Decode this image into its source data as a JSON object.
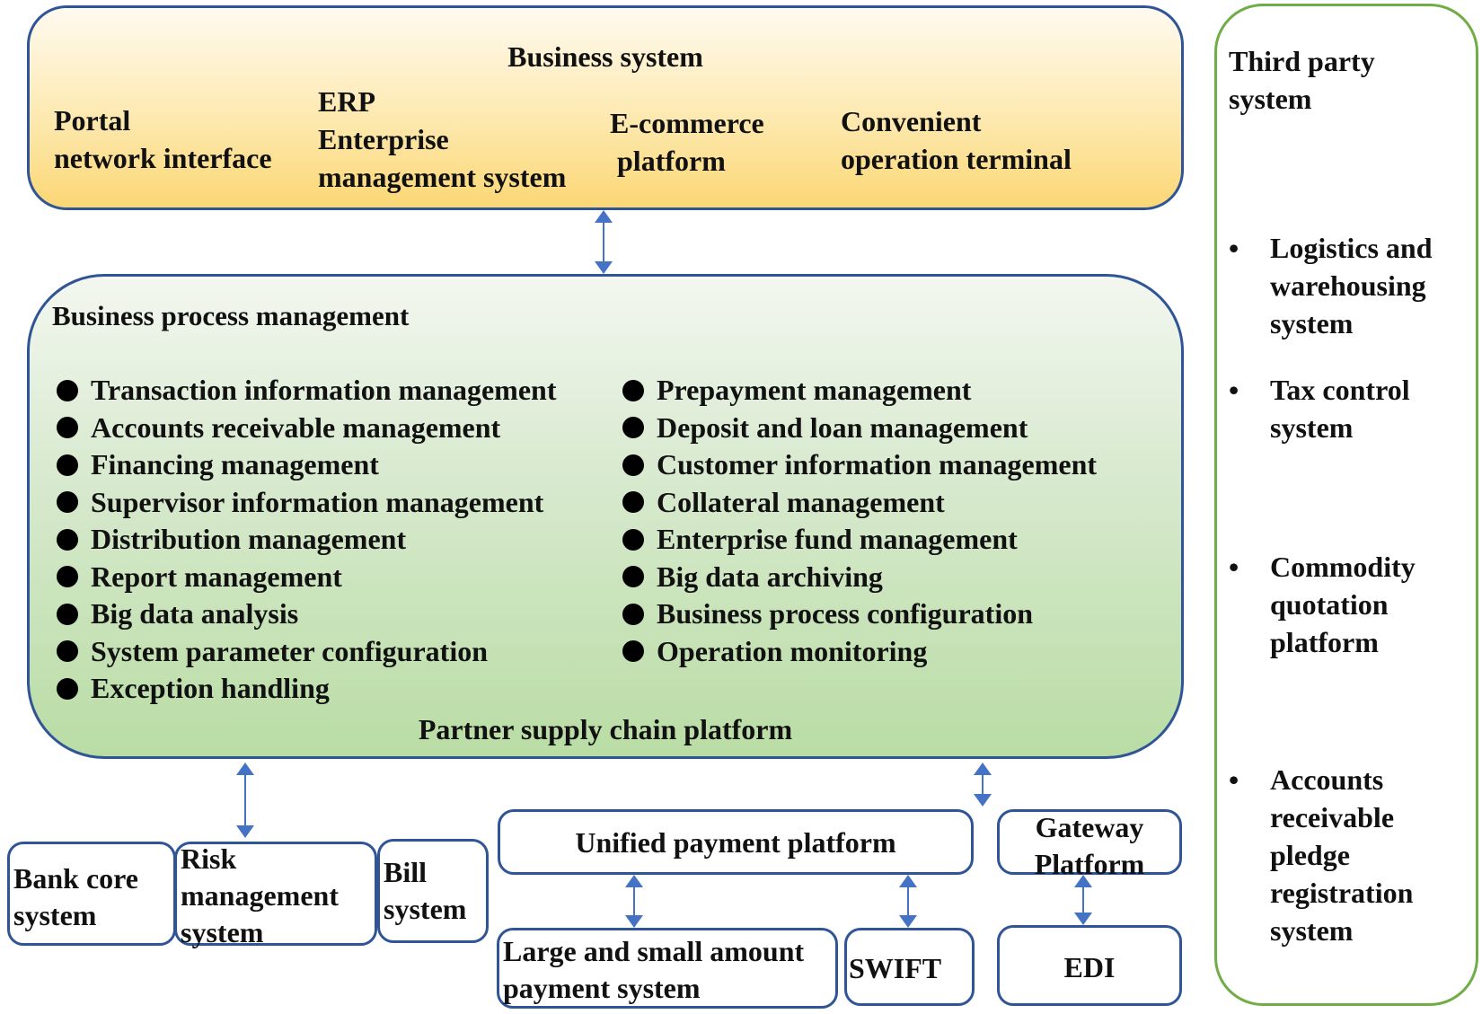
{
  "colors": {
    "box_border": "#2f5597",
    "arrow": "#4472c4",
    "third_party_border": "#70ad47",
    "business_system_fill": "#fde9b0",
    "bpm_fill": "#c9e3b8"
  },
  "business_system": {
    "title": "Business system",
    "items": [
      {
        "label": "Portal\nnetwork interface"
      },
      {
        "label": "ERP\nEnterprise\nmanagement system"
      },
      {
        "label": "E-commerce\n platform"
      },
      {
        "label": "Convenient\noperation terminal"
      }
    ]
  },
  "bpm": {
    "title": "Business process management",
    "footer": "Partner supply chain platform",
    "left_items": [
      "Transaction information management",
      "Accounts receivable management",
      "Financing management",
      "Supervisor information management",
      "Distribution management",
      "Report management",
      "Big data analysis",
      "System parameter configuration",
      "Exception handling"
    ],
    "right_items": [
      "Prepayment management",
      "Deposit and loan management",
      "Customer information management",
      "Collateral management",
      "Enterprise fund management",
      "Big data archiving",
      "Business process configuration",
      "Operation monitoring"
    ]
  },
  "third_party": {
    "title": "Third party\nsystem",
    "bullet": "•",
    "items": [
      "Logistics and\nwarehousing\nsystem",
      "Tax control\nsystem",
      "Commodity\nquotation\nplatform",
      "Accounts\nreceivable\npledge\nregistration\nsystem"
    ]
  },
  "bottom": {
    "bank_core": "Bank core\nsystem",
    "risk": "Risk\nmanagement\nsystem",
    "bill": "Bill\nsystem",
    "unified_payment": "Unified payment platform",
    "gateway": "Gateway\nPlatform",
    "large_small": "Large and small amount\npayment system",
    "swift": "SWIFT",
    "edi": "EDI"
  }
}
